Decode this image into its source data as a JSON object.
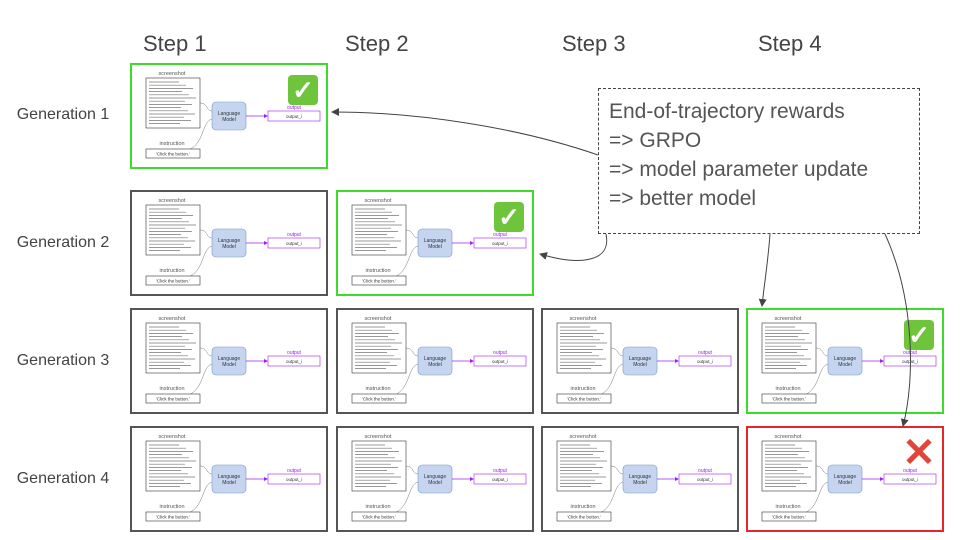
{
  "steps": [
    "Step 1",
    "Step 2",
    "Step 3",
    "Step 4"
  ],
  "generations": [
    "Generation 1",
    "Generation 2",
    "Generation 3",
    "Generation 4"
  ],
  "cell_text": {
    "screenshot": "screenshot",
    "model_line1": "Language",
    "model_line2": "Model",
    "output_label": "output",
    "output_value": "output_i",
    "instruction": "instruction",
    "instruction_value": "'Click the button.'"
  },
  "cells": [
    {
      "gen": 1,
      "step": 1,
      "status": "success"
    },
    {
      "gen": 2,
      "step": 1,
      "status": "neutral"
    },
    {
      "gen": 2,
      "step": 2,
      "status": "success"
    },
    {
      "gen": 3,
      "step": 1,
      "status": "neutral"
    },
    {
      "gen": 3,
      "step": 2,
      "status": "neutral"
    },
    {
      "gen": 3,
      "step": 3,
      "status": "neutral"
    },
    {
      "gen": 3,
      "step": 4,
      "status": "success"
    },
    {
      "gen": 4,
      "step": 1,
      "status": "neutral"
    },
    {
      "gen": 4,
      "step": 2,
      "status": "neutral"
    },
    {
      "gen": 4,
      "step": 3,
      "status": "neutral"
    },
    {
      "gen": 4,
      "step": 4,
      "status": "failure"
    }
  ],
  "icons": {
    "success": "check-mark-icon",
    "failure": "cross-mark-icon"
  },
  "colors": {
    "success": "#3ddc2a",
    "failure": "#e8262a",
    "neutral": "#555555",
    "model_fill": "#c5d5f0",
    "output": "#a020f0"
  },
  "reward_box": {
    "lines": [
      "End-of-trajectory rewards",
      "=> GRPO",
      "=> model parameter update",
      "=> better model"
    ]
  }
}
